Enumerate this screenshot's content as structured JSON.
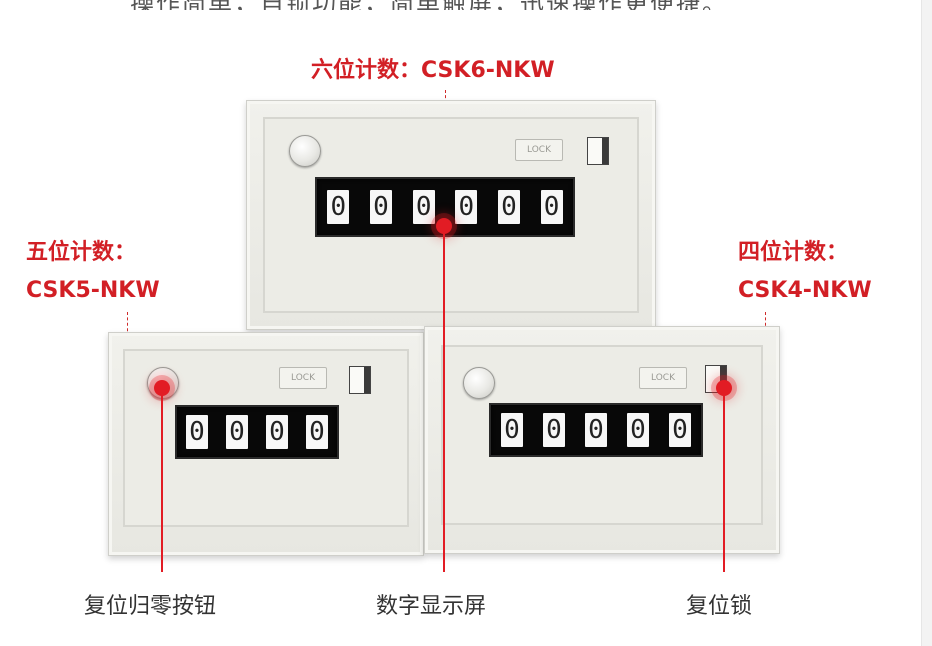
{
  "header_partial": "操作简单，自锁功能，简单触屏，迅速操作更便捷。",
  "labels": {
    "six_digit": "六位计数：CSK6-NKW",
    "five_digit_line1": "五位计数：",
    "five_digit_line2": "CSK5-NKW",
    "four_digit_line1": "四位计数：",
    "four_digit_line2": "CSK4-NKW"
  },
  "callouts": {
    "reset_button": "复位归零按钮",
    "display": "数字显示屏",
    "reset_lock": "复位锁"
  },
  "devices": {
    "top": {
      "digits": [
        "0",
        "0",
        "0",
        "0",
        "0",
        "0"
      ],
      "lock_text": "LOCK"
    },
    "left": {
      "digits": [
        "0",
        "0",
        "0",
        "0"
      ],
      "lock_text": "LOCK"
    },
    "right": {
      "digits": [
        "0",
        "0",
        "0",
        "0",
        "0"
      ],
      "lock_text": "LOCK"
    }
  },
  "colors": {
    "accent": "#d21f25",
    "label": "#333333"
  }
}
